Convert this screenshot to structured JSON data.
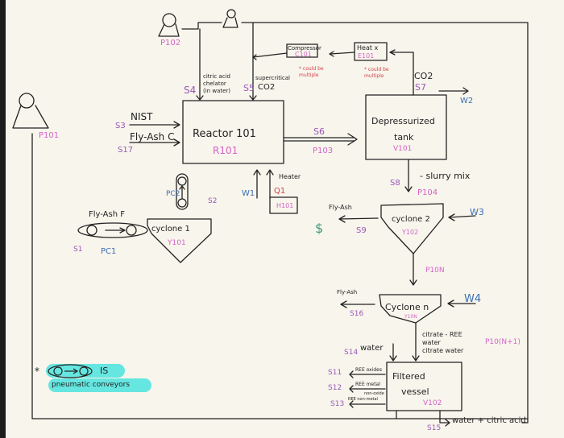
{
  "units": {
    "pump_p101": {
      "label": "P101"
    },
    "pump_p102": {
      "label": "P102"
    },
    "reactor": {
      "name": "Reactor 101",
      "tag": "R101"
    },
    "compressor": {
      "name": "Compressor",
      "tag": "C101",
      "note": "* could be multiple"
    },
    "heat_exchanger": {
      "name": "Heat x",
      "tag": "E101",
      "note": "* could be multiple"
    },
    "depressurized_tank": {
      "name_line1": "Depressurized",
      "name_line2": "tank",
      "tag": "V101"
    },
    "heater": {
      "name": "Heater",
      "tag": "H101",
      "duty": "Q1"
    },
    "cyclone1": {
      "name": "cyclone 1",
      "tag": "Y101"
    },
    "cyclone2": {
      "name": "cyclone 2",
      "tag": "Y102"
    },
    "cyclone_n": {
      "name": "Cyclone n",
      "tag": "Y10N"
    },
    "filtered_vessel": {
      "name_line1": "Filtered",
      "name_line2": "vessel",
      "tag": "V102"
    },
    "pump_p103": {
      "label": "P103"
    },
    "pump_p104": {
      "label": "P104"
    },
    "pump_p10n": {
      "label": "P10N"
    },
    "pump_p10n1": {
      "label": "P10(N+1)"
    },
    "conveyor1": {
      "label": "PC1",
      "stream": "S1",
      "feed": "Fly-Ash F"
    },
    "conveyor2": {
      "label": "PC2",
      "stream": "S2"
    }
  },
  "streams": {
    "s3": {
      "id": "S3",
      "label": "NIST"
    },
    "s17": {
      "id": "S17",
      "label": "Fly-Ash C"
    },
    "s4": {
      "id": "S4",
      "label_line1": "citric acid",
      "label_line2": "chelator",
      "label_line3": "(in water)"
    },
    "s5": {
      "id": "S5",
      "label_line1": "supercritical",
      "label_line2": "CO2"
    },
    "s6": {
      "id": "S6"
    },
    "s7": {
      "id": "S7",
      "label": "CO2"
    },
    "s8": {
      "id": "S8",
      "label": "- slurry mix"
    },
    "s9": {
      "id": "S9",
      "label": "Fly-Ash"
    },
    "s16": {
      "id": "S16",
      "label": "Fly-Ash"
    },
    "s14": {
      "id": "S14",
      "label": "water"
    },
    "cyclone_n_out": {
      "line1": "citrate - REE",
      "line2": "water",
      "line3": "citrate water"
    },
    "s11": {
      "id": "S11",
      "label": "REE oxides"
    },
    "s12": {
      "id": "S12",
      "label": "REE metal"
    },
    "s13": {
      "id": "S13",
      "label_top": "non-oxide",
      "label": "REE non-metal"
    },
    "s15": {
      "id": "S15",
      "label": "water + citric acid"
    }
  },
  "work": {
    "w1": "W1",
    "w2": "W2",
    "w3": "W3",
    "w4": "W4"
  },
  "misc": {
    "dollar": "$"
  },
  "legend": {
    "star": "*",
    "is": "IS",
    "text": "pneumatic conveyors"
  },
  "colors": {
    "paper": "#f8f5ec",
    "ink": "#222222",
    "pink_tags": "#d662c9",
    "purple_streams": "#9a58b8",
    "blue_work": "#3a6fb6",
    "red_notes": "#d2424a",
    "highlight": "#66e6e0"
  }
}
